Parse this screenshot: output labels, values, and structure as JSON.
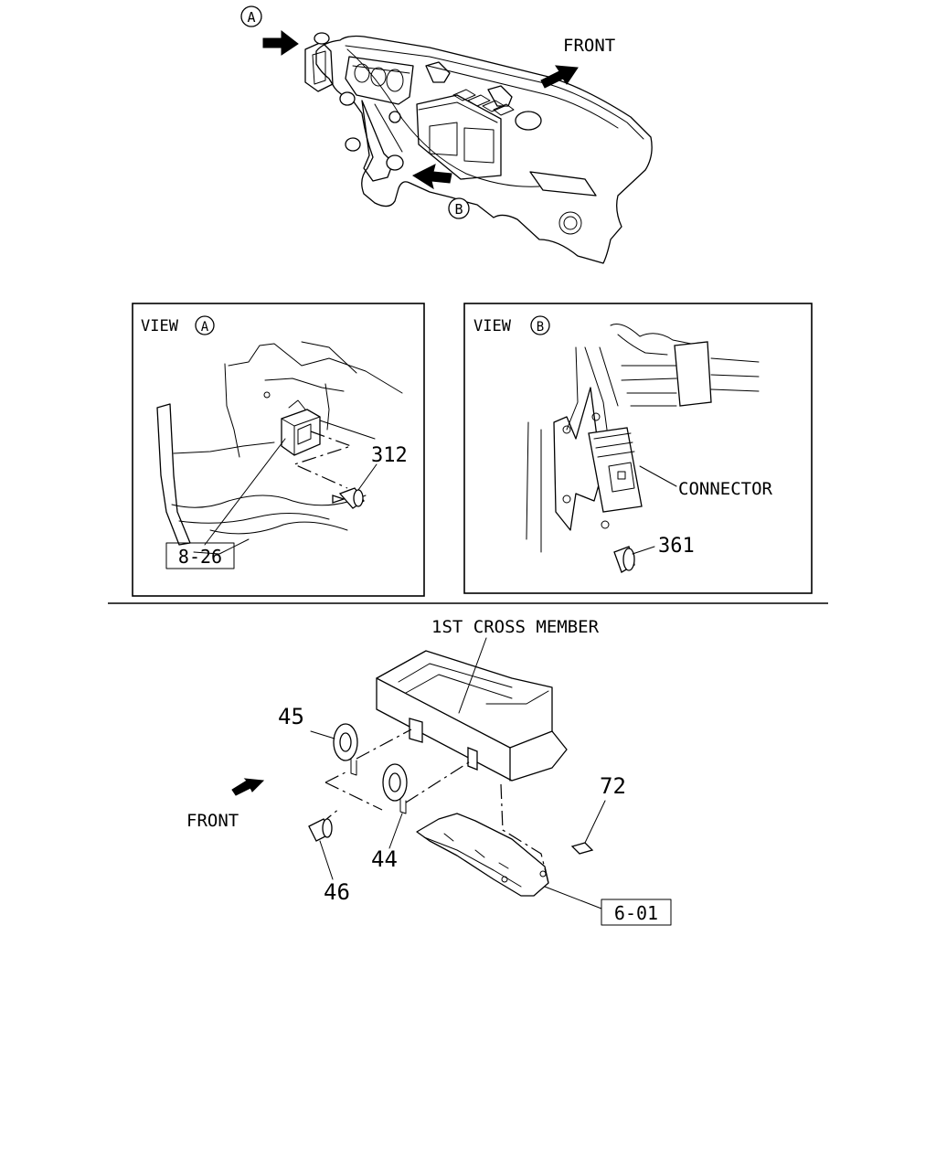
{
  "overview": {
    "callout_a": "A",
    "callout_b": "B",
    "front_label": "FRONT"
  },
  "view_a": {
    "title_prefix": "VIEW",
    "title_letter": "A",
    "part_312": "312",
    "ref_box": "8-26"
  },
  "view_b": {
    "title_prefix": "VIEW",
    "title_letter": "B",
    "connector_label": "CONNECTOR",
    "part_361": "361"
  },
  "horn_section": {
    "cross_member_label": "1ST CROSS MEMBER",
    "front_label": "FRONT",
    "part_45": "45",
    "part_44": "44",
    "part_46": "46",
    "part_72": "72",
    "ref_box": "6-01"
  }
}
